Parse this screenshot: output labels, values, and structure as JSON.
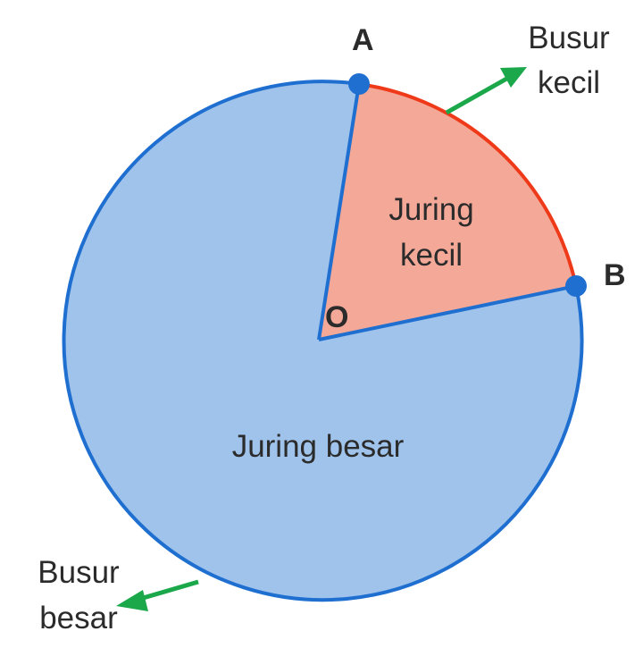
{
  "labels": {
    "point_a": "A",
    "point_b": "B",
    "center": "O",
    "minor_sector": [
      "Juring",
      "kecil"
    ],
    "major_sector": "Juring besar",
    "minor_arc": [
      "Busur",
      "kecil"
    ],
    "major_arc": [
      "Busur",
      "besar"
    ]
  },
  "colors": {
    "major_sector_fill": "#9fc3ea",
    "minor_sector_fill": "#f4a898",
    "circle_stroke": "#1f6fd1",
    "minor_arc_stroke": "#ef3a1a",
    "arrow": "#1aa84a",
    "point": "#1f6fd1"
  }
}
